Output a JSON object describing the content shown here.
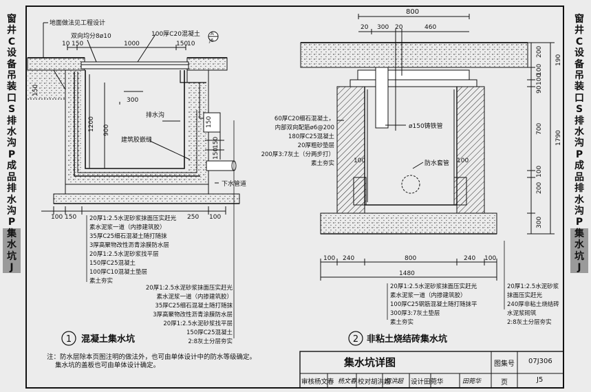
{
  "side_tabs_left": [
    "窗",
    "井",
    "C",
    "设",
    "备",
    "吊",
    "装",
    "口",
    "S",
    "排",
    "水",
    "沟",
    "P",
    "成",
    "品",
    "排",
    "水",
    "沟",
    "P",
    "集",
    "水",
    "坑",
    "J"
  ],
  "side_tabs_right": [
    "窗",
    "井",
    "C",
    "设",
    "备",
    "吊",
    "装",
    "口",
    "S",
    "排",
    "水",
    "沟",
    "P",
    "成",
    "品",
    "排",
    "水",
    "沟",
    "P",
    "集",
    "水",
    "坑",
    "J"
  ],
  "highlight_start_index": 19,
  "left_view": {
    "number": "1",
    "title": "混凝土集水坑",
    "top_notes": [
      "地面做法见工程设计",
      "双向均分8ø10",
      "100厚C20混凝土"
    ],
    "callout": {
      "top": "A",
      "bottom": "J6"
    },
    "dims": [
      "10",
      "150",
      "1000",
      "150",
      "10",
      "300",
      "排水沟",
      "1200",
      "900",
      "150",
      "150",
      "150",
      "150",
      "100",
      "150",
      "250",
      "100"
    ],
    "labels": [
      "建筑胶嵌缝",
      "下水管道"
    ],
    "layers_outer": [
      "20厚1:2.5水泥砂浆抹面压实赶光",
      "素水泥浆一道（内掺建筑胶）",
      "35厚C25细石混凝土随打随抹",
      "3厚高聚物改性沥青涂膜防水层",
      "20厚1:2.5水泥砂浆找平层",
      "150厚C25混凝土",
      "100厚C10混凝土垫层",
      "素土夯实"
    ],
    "layers_inner": [
      "20厚1:2.5水泥砂浆抹面压实赶光",
      "素水泥浆一道（内掺建筑胶）",
      "35厚C25细石混凝土随打随抹",
      "3厚高聚物改性沥青涂膜防水层",
      "20厚1:2.5水泥砂浆找平层",
      "150厚C25混凝土",
      "2:8灰土分层夯实"
    ]
  },
  "right_view": {
    "number": "2",
    "title": "非粘土烧结砖集水坑",
    "top_dims": [
      "800",
      "20",
      "300",
      "20",
      "460"
    ],
    "cover_layers": [
      "60厚C20细石混凝土，",
      "内部双向配筋ø6@200",
      "180厚C25混凝土",
      "20厚粗砂垫层",
      "200厚3:7灰土（分两步打）",
      "素土夯实"
    ],
    "labels": [
      "ø150铸铁管",
      "防水套管"
    ],
    "inner_dims": [
      "100",
      "100"
    ],
    "right_dims": [
      "200",
      "190",
      "100",
      "100",
      "90",
      "700",
      "100",
      "200",
      "300",
      "1790"
    ],
    "bottom_dims": [
      "100",
      "240",
      "800",
      "240",
      "100",
      "1480"
    ],
    "bottom_layers": [
      "20厚1:2.5水泥砂浆抹面压实赶光",
      "素水泥浆一道（内掺建筑胶）",
      "100厚C25钢筋混凝土随打随抹平",
      "300厚3:7灰土垫层",
      "素土夯实"
    ],
    "wall_layers": [
      "20厚1:2.5水泥砂浆",
      "抹面压实赶光",
      "240厚非粘土烧结砖",
      "水泥浆砌筑",
      "2:8灰土分层夯实"
    ]
  },
  "note": "注：防水层除本页图注明的做法外，也可由单体设计中的防水等级确定。\n    集水坑的盖板也可由单体设计确定。",
  "title_block": {
    "title": "集水坑详图",
    "atlas_label": "图集号",
    "atlas_no": "07J306",
    "review": "审核杨文春",
    "review_sign": "杨文春",
    "check": "校对胡洪超",
    "check_sign": "胡洪超",
    "design": "设计田菀华",
    "design_sign": "田菀华",
    "page_label": "页",
    "page_no": "J5"
  }
}
